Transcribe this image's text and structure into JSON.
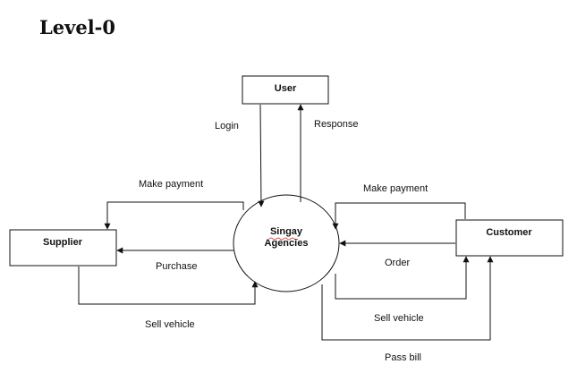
{
  "title": "Level-0",
  "entities": {
    "user": "User",
    "supplier": "Supplier",
    "customer": "Customer"
  },
  "process": {
    "line1": "Singay",
    "line2": "Agencies"
  },
  "flows": {
    "login": "Login",
    "response": "Response",
    "supplier_make_payment": "Make payment",
    "purchase": "Purchase",
    "supplier_sell_vehicle": "Sell vehicle",
    "customer_make_payment": "Make payment",
    "order": "Order",
    "customer_sell_vehicle": "Sell vehicle",
    "pass_bill": "Pass bill"
  },
  "colors": {
    "line": "#111111",
    "spellcheck": "#d02020"
  }
}
